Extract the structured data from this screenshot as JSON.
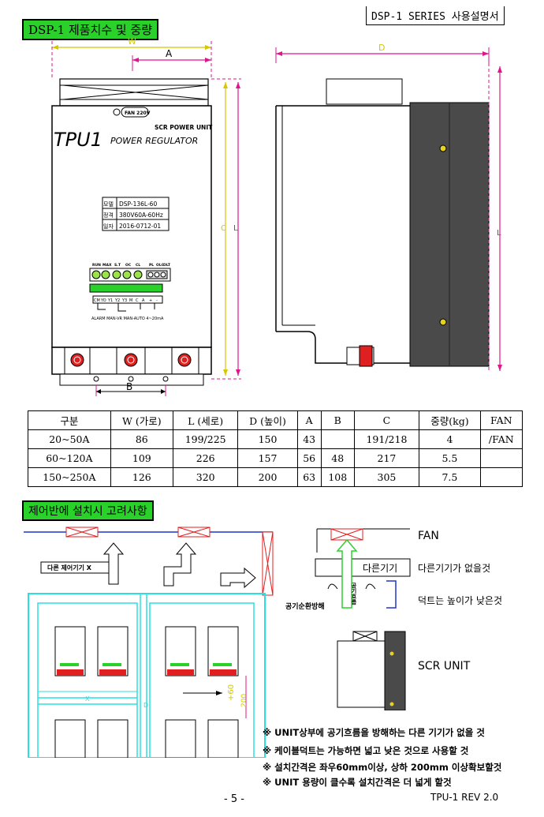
{
  "header": {
    "section_title": "DSP-1 제품치수 및 중량",
    "series_label": "DSP-1  SERIES  사용설명서"
  },
  "drawing": {
    "dim_w": "W",
    "dim_a": "A",
    "dim_d": "D",
    "dim_c": "C",
    "dim_l_front": "L",
    "dim_l_side": "L",
    "dim_b": "B",
    "fan_label": "FAN 220V",
    "brand_logo": "TPU1",
    "unit_type": "SCR POWER UNIT",
    "product_name": "POWER REGULATOR",
    "nameplate": [
      {
        "key": "모델",
        "value": "DSP-136L-60"
      },
      {
        "key": "정격",
        "value": "380V60A-60Hz"
      },
      {
        "key": "일자",
        "value": "2016-0712-01"
      }
    ],
    "led_labels": [
      "RUN",
      "MAX",
      "S.T",
      "OC",
      "CL",
      "PL",
      "OLC",
      "OLT"
    ],
    "terminal_labels": [
      "CM",
      "YO",
      "Y1",
      "Y2",
      "Y3",
      "M",
      "C",
      "A",
      "+",
      "-"
    ],
    "terminal_caption": "ALARM   MAN-VR  MAN-AUTO 4~20mA"
  },
  "spec_table": {
    "headers": [
      "구분",
      "W (가로)",
      "L (세로)",
      "D (높이)",
      "A",
      "B",
      "C",
      "중량(kg)",
      "FAN"
    ],
    "rows": [
      [
        "20~50A",
        "86",
        "199/225",
        "150",
        "43",
        "",
        "191/218",
        "4",
        "/FAN"
      ],
      [
        "60~120A",
        "109",
        "226",
        "157",
        "56",
        "48",
        "217",
        "5.5",
        ""
      ],
      [
        "150~250A",
        "126",
        "320",
        "200",
        "63",
        "108",
        "305",
        "7.5",
        ""
      ]
    ]
  },
  "install": {
    "section_title": "제어반에 설치시 고려사항",
    "other_device_box": "다른 제어기기  X",
    "dim_x": "X",
    "dim_d": "D",
    "dim_60": "+60",
    "dim_200": "200",
    "side": {
      "fan": "FAN",
      "other_device": "다른기기",
      "no_other_device": "다른기기가 없을것",
      "duct_note": "덕트는 높이가 낮은것",
      "airflow": "공기순환방해",
      "airflow2": "공기흐름",
      "scr_unit": "SCR UNIT"
    },
    "notes": [
      "※ UNIT상부에 공기흐름을 방해하는 다른 기기가 없을 것",
      "※ 케이블덕트는 가능하면 넓고 낮은 것으로  사용할 것",
      "※ 설치간격은 좌우60mm이상, 상하 200mm 이상확보할것",
      "※ UNIT 용량이 클수록 설치간격은 더 넓게 할것"
    ]
  },
  "footer": {
    "page_number": "- 5 -",
    "revision": "TPU-1  REV 2.0"
  },
  "colors": {
    "accent_green": "#2bd12b",
    "magenta_dimension": "#e0148c",
    "yellow_dimension": "#d4c800",
    "red_fan": "#e02020",
    "cabinet_cyan": "#28e0e0",
    "heatsink": "#4a4a4a"
  }
}
